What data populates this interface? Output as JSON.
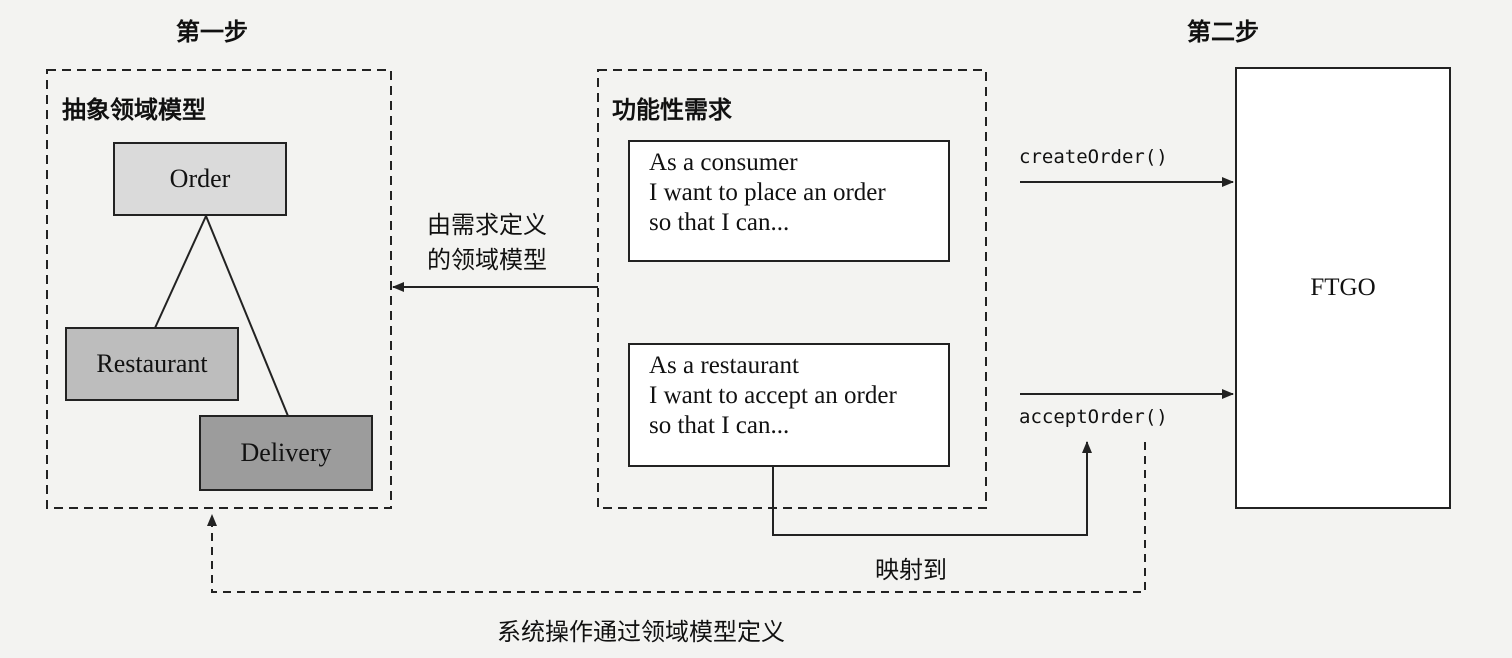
{
  "steps": {
    "step1": "第一步",
    "step2": "第二步"
  },
  "domain_model": {
    "title": "抽象领域模型",
    "order": "Order",
    "restaurant": "Restaurant",
    "delivery": "Delivery"
  },
  "requirements": {
    "title": "功能性需求",
    "story1": [
      "As a consumer",
      "I want to place an order",
      "so that I can..."
    ],
    "story2": [
      "As a restaurant",
      "I want to accept an order",
      "so that I can..."
    ]
  },
  "arrows": {
    "defined_by": [
      "由需求定义",
      "的领域模型"
    ],
    "maps_to": "映射到",
    "defined_through": "系统操作通过领域模型定义"
  },
  "operations": {
    "create": "createOrder()",
    "accept": "acceptOrder()"
  },
  "system": {
    "name": "FTGO"
  },
  "colors": {
    "order_fill": "#dadada",
    "restaurant_fill": "#bdbdbd",
    "delivery_fill": "#9c9c9c",
    "line": "#222222"
  }
}
